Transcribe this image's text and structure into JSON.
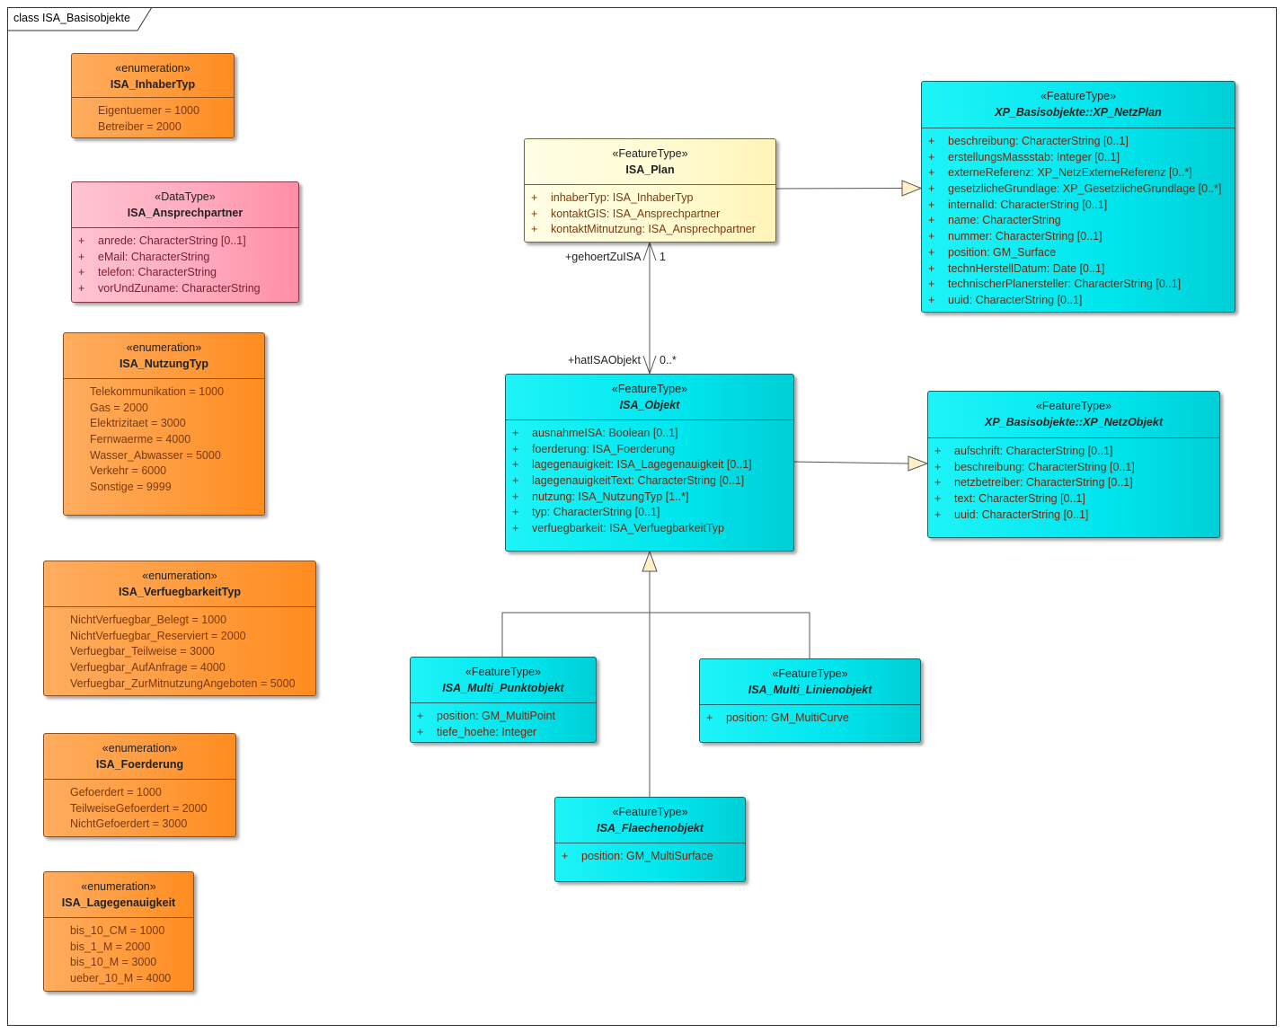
{
  "diagram_title": "class ISA_Basisobjekte",
  "classes": {
    "inhabertyp": {
      "stereotype": "«enumeration»",
      "name": "ISA_InhaberTyp",
      "attrs": [
        "Eigentuemer = 1000",
        "Betreiber = 2000"
      ]
    },
    "ansprechpartner": {
      "stereotype": "«DataType»",
      "name": "ISA_Ansprechpartner",
      "attrs": [
        {
          "vis": "+",
          "text": "anrede: CharacterString [0..1]"
        },
        {
          "vis": "+",
          "text": "eMail: CharacterString"
        },
        {
          "vis": "+",
          "text": "telefon: CharacterString"
        },
        {
          "vis": "+",
          "text": "vorUndZuname: CharacterString"
        }
      ]
    },
    "nutzungtyp": {
      "stereotype": "«enumeration»",
      "name": "ISA_NutzungTyp",
      "attrs": [
        "Telekommunikation = 1000",
        "Gas = 2000",
        "Elektrizitaet = 3000",
        "Fernwaerme = 4000",
        "Wasser_Abwasser = 5000",
        "Verkehr = 6000",
        "Sonstige = 9999"
      ]
    },
    "verfuegbarkeittyp": {
      "stereotype": "«enumeration»",
      "name": "ISA_VerfuegbarkeitTyp",
      "attrs": [
        "NichtVerfuegbar_Belegt = 1000",
        "NichtVerfuegbar_Reserviert = 2000",
        "Verfuegbar_Teilweise = 3000",
        "Verfuegbar_AufAnfrage = 4000",
        "Verfuegbar_ZurMitnutzungAngeboten = 5000"
      ]
    },
    "foerderung": {
      "stereotype": "«enumeration»",
      "name": "ISA_Foerderung",
      "attrs": [
        "Gefoerdert = 1000",
        "TeilweiseGefoerdert = 2000",
        "NichtGefoerdert = 3000"
      ]
    },
    "lagegenauigkeit": {
      "stereotype": "«enumeration»",
      "name": "ISA_Lagegenauigkeit",
      "attrs": [
        "bis_10_CM = 1000",
        "bis_1_M = 2000",
        "bis_10_M = 3000",
        "ueber_10_M = 4000"
      ]
    },
    "plan": {
      "stereotype": "«FeatureType»",
      "name": "ISA_Plan",
      "attrs": [
        {
          "vis": "+",
          "text": "inhaberTyp: ISA_InhaberTyp"
        },
        {
          "vis": "+",
          "text": "kontaktGIS: ISA_Ansprechpartner"
        },
        {
          "vis": "+",
          "text": "kontaktMitnutzung: ISA_Ansprechpartner"
        }
      ]
    },
    "netzplan": {
      "stereotype": "«FeatureType»",
      "name": "XP_Basisobjekte::XP_NetzPlan",
      "attrs": [
        {
          "vis": "+",
          "text": "beschreibung: CharacterString [0..1]"
        },
        {
          "vis": "+",
          "text": "erstellungsMassstab: Integer [0..1]"
        },
        {
          "vis": "+",
          "text": "externeReferenz: XP_NetzExterneReferenz [0..*]"
        },
        {
          "vis": "+",
          "text": "gesetzlicheGrundlage: XP_GesetzlicheGrundlage [0..*]"
        },
        {
          "vis": "+",
          "text": "internalId: CharacterString [0..1]"
        },
        {
          "vis": "+",
          "text": "name: CharacterString"
        },
        {
          "vis": "+",
          "text": "nummer: CharacterString [0..1]"
        },
        {
          "vis": "+",
          "text": "position: GM_Surface"
        },
        {
          "vis": "+",
          "text": "technHerstellDatum: Date [0..1]"
        },
        {
          "vis": "+",
          "text": "technischerPlanersteller: CharacterString [0..1]"
        },
        {
          "vis": "+",
          "text": "uuid: CharacterString [0..1]"
        }
      ]
    },
    "objekt": {
      "stereotype": "«FeatureType»",
      "name": "ISA_Objekt",
      "attrs": [
        {
          "vis": "+",
          "text": "ausnahmeISA: Boolean [0..1]"
        },
        {
          "vis": "+",
          "text": "foerderung: ISA_Foerderung"
        },
        {
          "vis": "+",
          "text": "lagegenauigkeit: ISA_Lagegenauigkeit [0..1]"
        },
        {
          "vis": "+",
          "text": "lagegenauigkeitText: CharacterString [0..1]"
        },
        {
          "vis": "+",
          "text": "nutzung: ISA_NutzungTyp [1..*]"
        },
        {
          "vis": "+",
          "text": "typ: CharacterString [0..1]"
        },
        {
          "vis": "+",
          "text": "verfuegbarkeit: ISA_VerfuegbarkeitTyp"
        }
      ]
    },
    "netzobjekt": {
      "stereotype": "«FeatureType»",
      "name": "XP_Basisobjekte::XP_NetzObjekt",
      "attrs": [
        {
          "vis": "+",
          "text": "aufschrift: CharacterString [0..1]"
        },
        {
          "vis": "+",
          "text": "beschreibung: CharacterString [0..1]"
        },
        {
          "vis": "+",
          "text": "netzbetreiber: CharacterString [0..1]"
        },
        {
          "vis": "+",
          "text": "text: CharacterString [0..1]"
        },
        {
          "vis": "+",
          "text": "uuid: CharacterString [0..1]"
        }
      ]
    },
    "punkt": {
      "stereotype": "«FeatureType»",
      "name": "ISA_Multi_Punktobjekt",
      "attrs": [
        {
          "vis": "+",
          "text": "position: GM_MultiPoint"
        },
        {
          "vis": "+",
          "text": "tiefe_hoehe: Integer"
        }
      ]
    },
    "linie": {
      "stereotype": "«FeatureType»",
      "name": "ISA_Multi_Linienobjekt",
      "attrs": [
        {
          "vis": "+",
          "text": "position: GM_MultiCurve"
        }
      ]
    },
    "flaeche": {
      "stereotype": "«FeatureType»",
      "name": "ISA_Flaechenobjekt",
      "attrs": [
        {
          "vis": "+",
          "text": "position: GM_MultiSurface"
        }
      ]
    }
  },
  "association": {
    "role_plan": "+gehoertZuISA",
    "mult_plan": "1",
    "role_objekt": "+hatISAObjekt",
    "mult_objekt": "0..*"
  }
}
